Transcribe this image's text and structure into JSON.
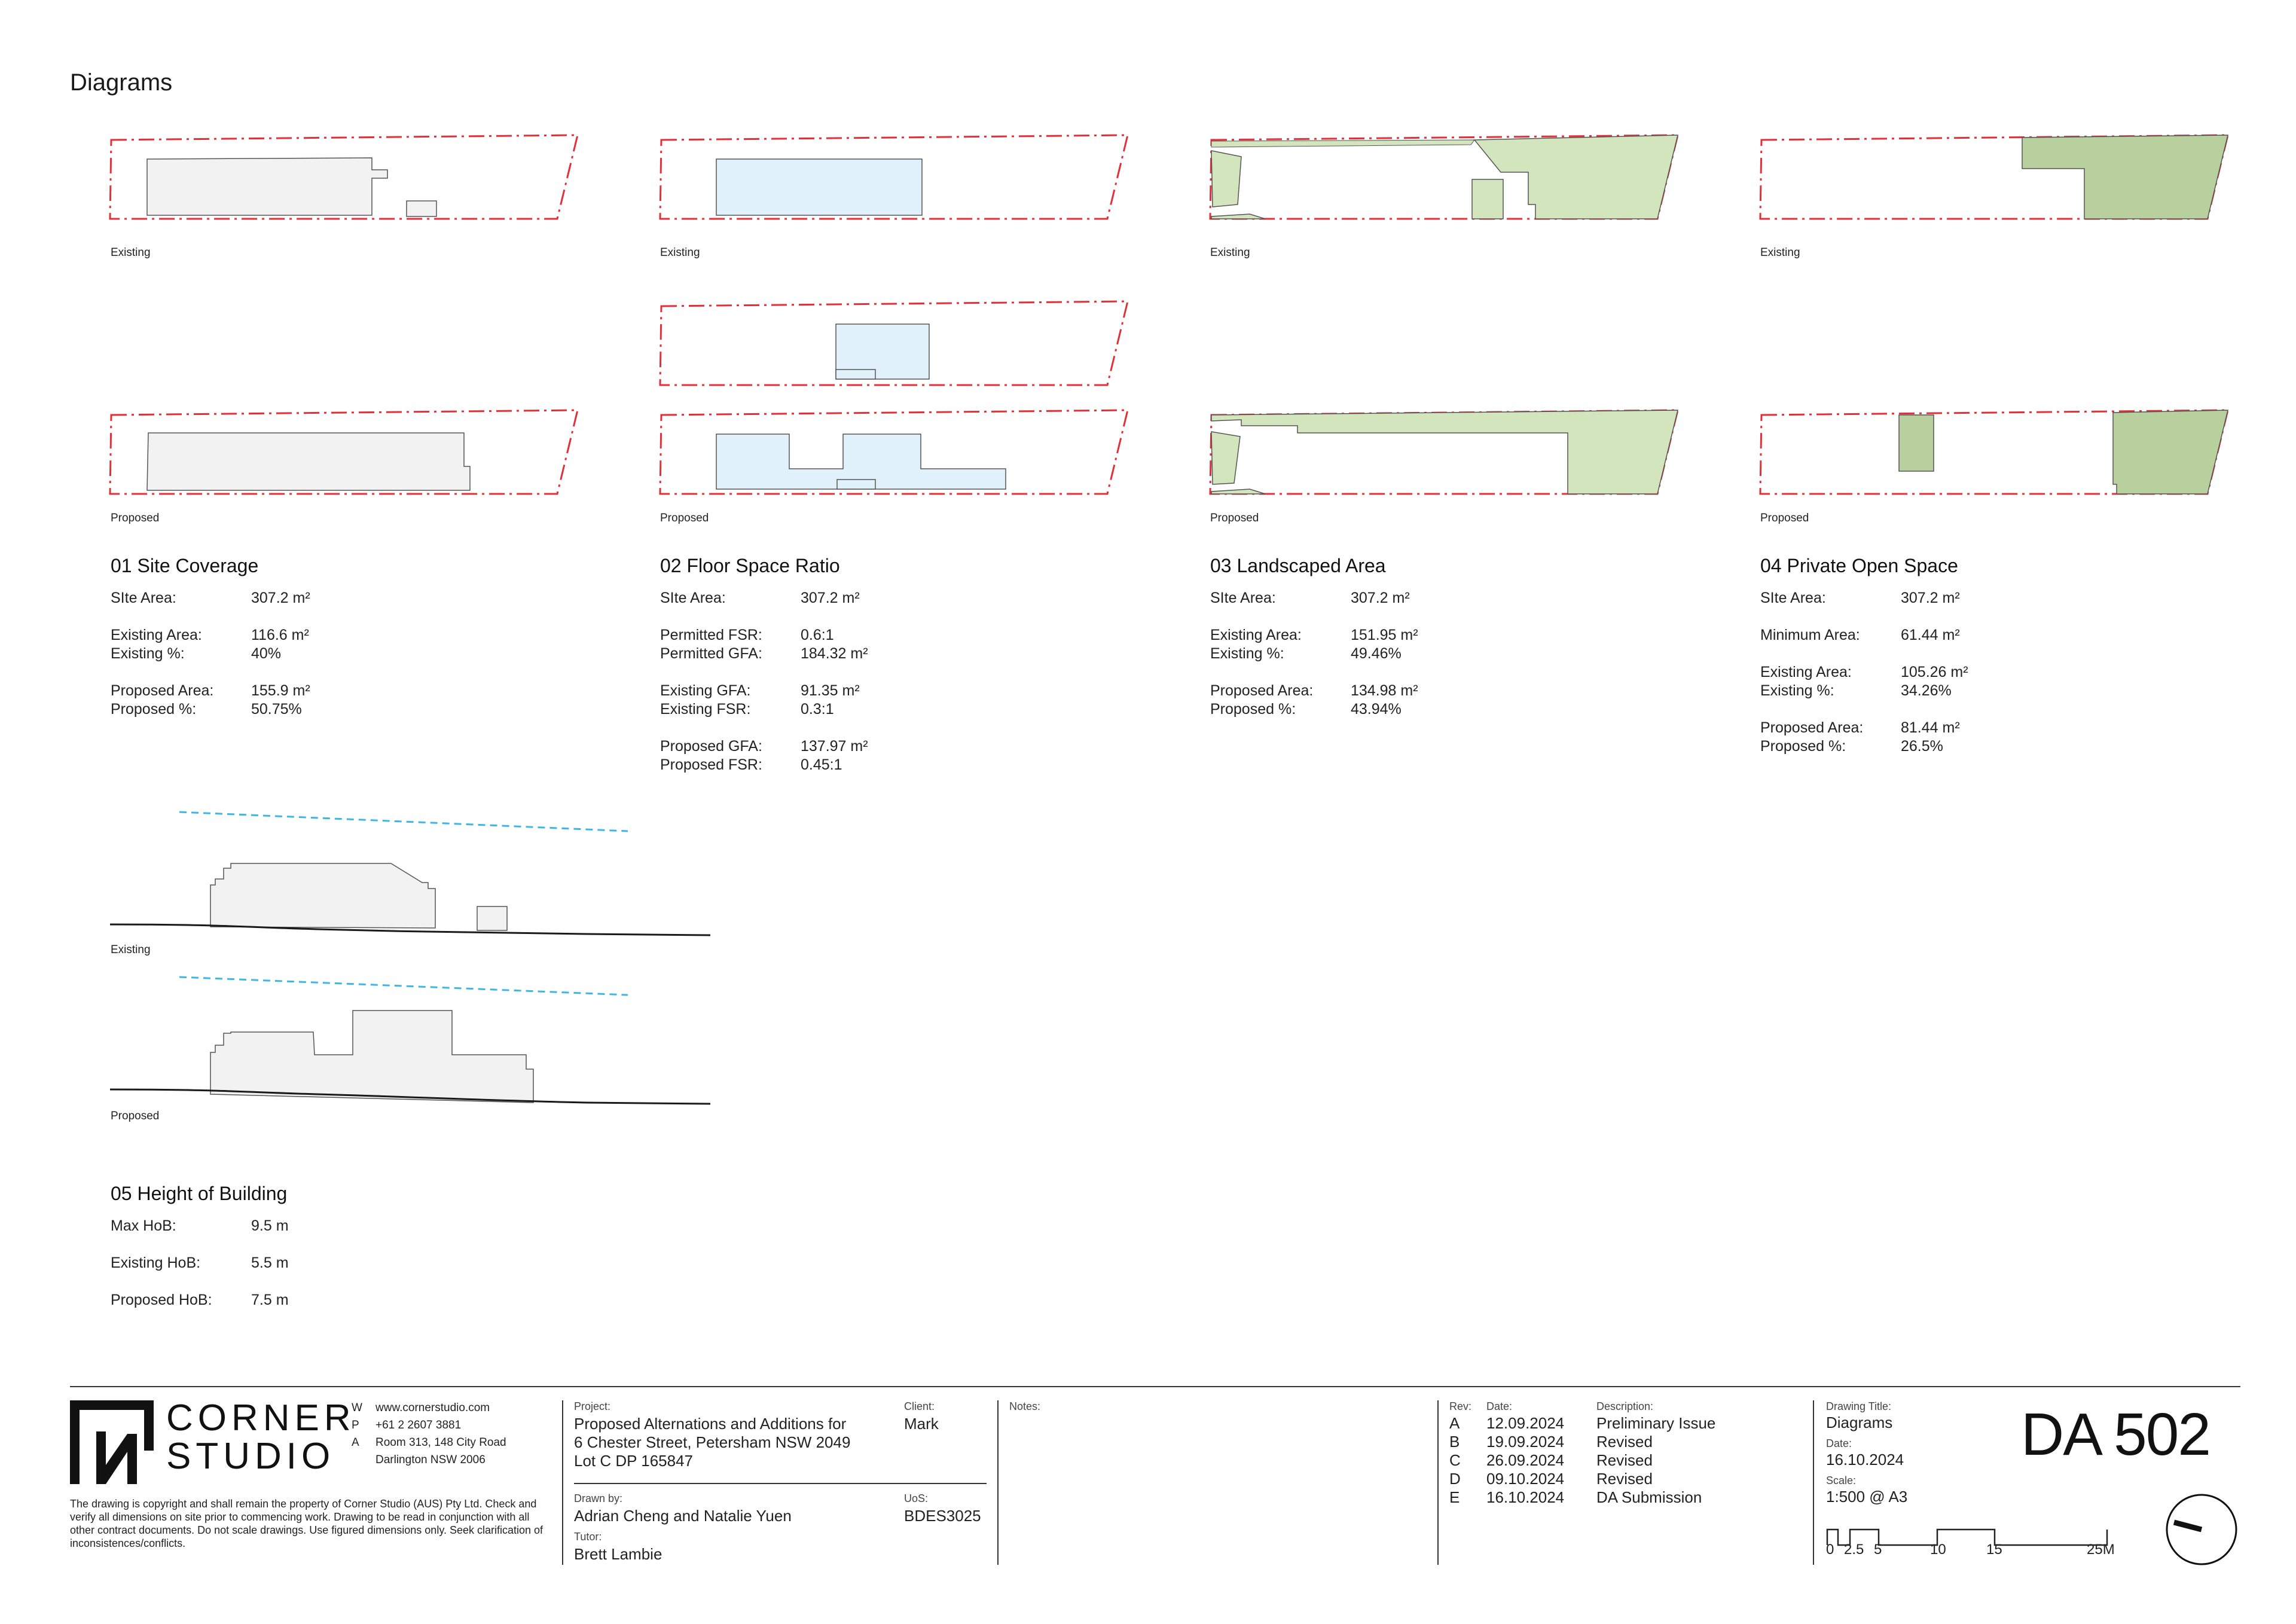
{
  "page": {
    "title": "Diagrams"
  },
  "labels": {
    "existing": "Existing",
    "proposed": "Proposed"
  },
  "colors": {
    "boundary": "#e0303a",
    "building": "#f1f2f1",
    "floor": "#e1f1fb",
    "landscape": "#d2e5bd",
    "open_space": "#b7d09e",
    "height_line": "#3fb6e6",
    "outline": "#555555"
  },
  "sections": [
    {
      "title": "01 Site Coverage",
      "rows": [
        {
          "k": "SIte Area:",
          "v": "307.2 m²"
        },
        {
          "gap": true
        },
        {
          "k": "Existing Area:",
          "v": "116.6 m²"
        },
        {
          "k": "Existing %:",
          "v": "40%"
        },
        {
          "gap": true
        },
        {
          "k": "Proposed Area:",
          "v": "155.9 m²"
        },
        {
          "k": "Proposed %:",
          "v": "50.75%"
        }
      ]
    },
    {
      "title": "02 Floor Space Ratio",
      "rows": [
        {
          "k": "SIte Area:",
          "v": "307.2 m²"
        },
        {
          "gap": true
        },
        {
          "k": "Permitted FSR:",
          "v": "0.6:1"
        },
        {
          "k": "Permitted GFA:",
          "v": "184.32 m²"
        },
        {
          "gap": true
        },
        {
          "k": "Existing GFA:",
          "v": "91.35 m²"
        },
        {
          "k": "Existing FSR:",
          "v": "0.3:1"
        },
        {
          "gap": true
        },
        {
          "k": "Proposed GFA:",
          "v": "137.97 m²"
        },
        {
          "k": "Proposed FSR:",
          "v": "0.45:1"
        }
      ]
    },
    {
      "title": "03 Landscaped Area",
      "rows": [
        {
          "k": "SIte Area:",
          "v": "307.2 m²"
        },
        {
          "gap": true
        },
        {
          "k": "Existing Area:",
          "v": "151.95 m²"
        },
        {
          "k": "Existing %:",
          "v": "49.46%"
        },
        {
          "gap": true
        },
        {
          "k": "Proposed Area:",
          "v": "134.98 m²"
        },
        {
          "k": "Proposed %:",
          "v": "43.94%"
        }
      ]
    },
    {
      "title": "04 Private Open Space",
      "rows": [
        {
          "k": "SIte Area:",
          "v": "307.2 m²"
        },
        {
          "gap": true
        },
        {
          "k": "Minimum Area:",
          "v": "61.44 m²"
        },
        {
          "gap": true
        },
        {
          "k": "Existing Area:",
          "v": "105.26 m²"
        },
        {
          "k": "Existing %:",
          "v": "34.26%"
        },
        {
          "gap": true
        },
        {
          "k": "Proposed Area:",
          "v": "81.44 m²"
        },
        {
          "k": "Proposed %:",
          "v": "26.5%"
        }
      ]
    },
    {
      "title": "05 Height of Building",
      "rows": [
        {
          "k": "Max HoB:",
          "v": "9.5 m"
        },
        {
          "gap": true
        },
        {
          "k": "Existing HoB:",
          "v": "5.5 m"
        },
        {
          "gap": true
        },
        {
          "k": "Proposed HoB:",
          "v": "7.5 m"
        }
      ]
    }
  ],
  "title_block": {
    "logo_line1": "CORNER",
    "logo_line2": "STUDIO",
    "contact": [
      {
        "k": "W",
        "v": "www.cornerstudio.com"
      },
      {
        "k": "P",
        "v": "+61 2 2607 3881"
      },
      {
        "k": "A",
        "v": "Room 313, 148 City Road"
      },
      {
        "k": "",
        "v": "Darlington NSW 2006"
      }
    ],
    "copyright": "The drawing is copyright and shall remain the property of Corner Studio (AUS) Pty Ltd. Check and verify all dimensions on site prior to commencing work. Drawing to be read in conjunction with all other contract documents. Do not scale drawings. Use figured dimensions only. Seek clarification of inconsistences/conflicts.",
    "project_label": "Project:",
    "project_lines": [
      "Proposed Alternations and Additions for",
      "6 Chester Street, Petersham NSW 2049",
      "Lot C DP 165847"
    ],
    "client_label": "Client:",
    "client": "Mark",
    "drawn_label": "Drawn by:",
    "drawn": "Adrian Cheng and Natalie Yuen",
    "uos_label": "UoS:",
    "uos": "BDES3025",
    "tutor_label": "Tutor:",
    "tutor": "Brett Lambie",
    "notes_label": "Notes:",
    "rev_header": {
      "rev": "Rev:",
      "date": "Date:",
      "desc": "Description:"
    },
    "revisions": [
      {
        "rev": "A",
        "date": "12.09.2024",
        "desc": "Preliminary Issue"
      },
      {
        "rev": "B",
        "date": "19.09.2024",
        "desc": "Revised"
      },
      {
        "rev": "C",
        "date": "26.09.2024",
        "desc": "Revised"
      },
      {
        "rev": "D",
        "date": "09.10.2024",
        "desc": "Revised"
      },
      {
        "rev": "E",
        "date": "16.10.2024",
        "desc": "DA Submission"
      }
    ],
    "drawing_title_label": "Drawing Title:",
    "drawing_title": "Diagrams",
    "date_label": "Date:",
    "date": "16.10.2024",
    "scale_label": "Scale:",
    "scale": "1:500 @ A3",
    "scale_ticks": [
      "0",
      "2.5",
      "5",
      "10",
      "15",
      "25M"
    ],
    "drawing_number": "DA 502"
  }
}
